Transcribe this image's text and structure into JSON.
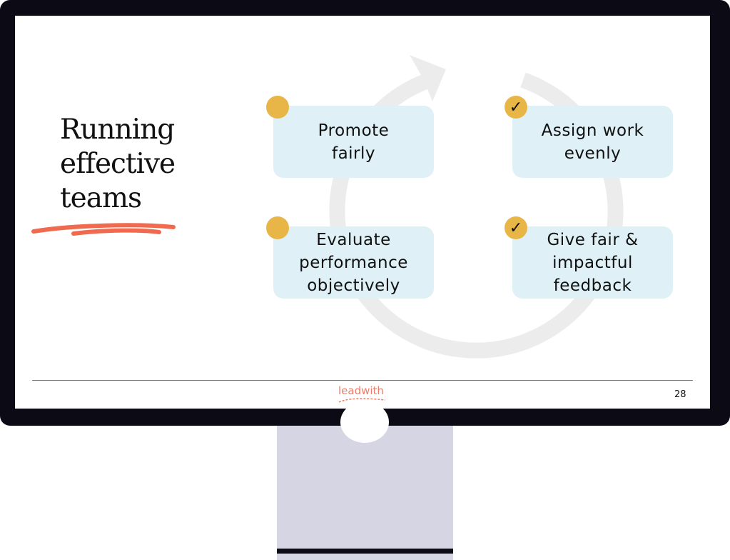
{
  "slide": {
    "title_lines": [
      "Running",
      "effective",
      "teams"
    ],
    "cards": [
      {
        "label_lines": [
          "Promote",
          "fairly"
        ],
        "marker": "dot",
        "checked": false
      },
      {
        "label_lines": [
          "Assign work",
          "evenly"
        ],
        "marker": "check-icon",
        "checked": true
      },
      {
        "label_lines": [
          "Evaluate",
          "performance",
          "objectively"
        ],
        "marker": "dot",
        "checked": false
      },
      {
        "label_lines": [
          "Give fair &",
          "impactful",
          "feedback"
        ],
        "marker": "check-icon",
        "checked": true
      }
    ],
    "check_glyph": "✓",
    "logo": "leadwith",
    "page_number": "28"
  },
  "colors": {
    "accent": "#f06a4f",
    "marker": "#e8b547",
    "card": "#dff1f6",
    "frame": "#0b0a15",
    "stand": "#d5d5e3"
  }
}
